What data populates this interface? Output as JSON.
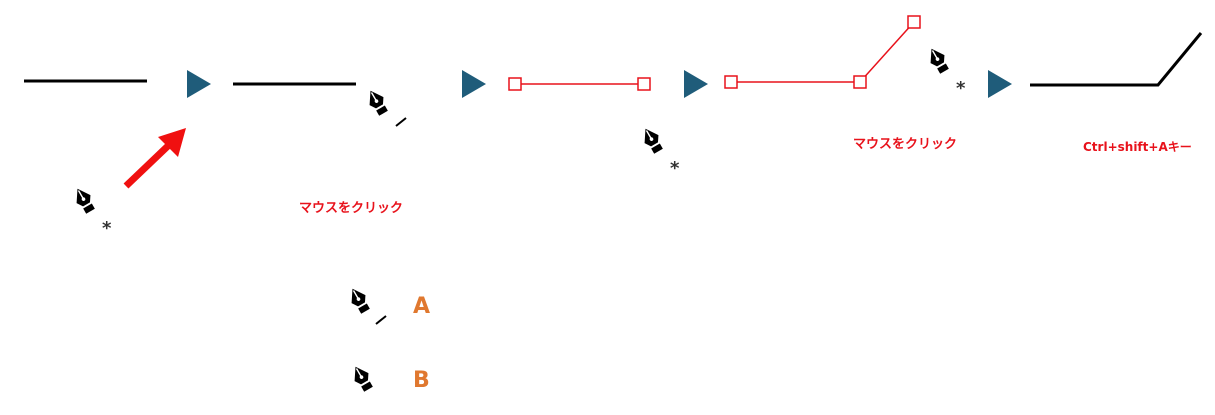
{
  "captions": {
    "step1_click": "マウスをクリック",
    "step2_click": "マウスをクリック",
    "shortcut": "Ctrl+shift+Aキー"
  },
  "legend": {
    "a_label": "A",
    "b_label": "B"
  },
  "colors": {
    "path_stroke": "#000000",
    "selected_path": "#e8121b",
    "step_arrow": "#1f5c7a",
    "pointer_arrow": "#f01010",
    "caption_text": "#e8121b",
    "legend_text": "#e0782f",
    "pen_icon": "#000000"
  },
  "icons": {
    "step_arrow": "triangle-right-icon",
    "pen_tool": "pen-tool-icon",
    "pen_new_path": "pen-asterisk-cursor-icon",
    "pen_continue_path": "pen-slash-cursor-icon",
    "pen_plain": "pen-cursor-icon",
    "anchor": "anchor-point-square-icon",
    "pointer": "red-arrow-icon"
  }
}
